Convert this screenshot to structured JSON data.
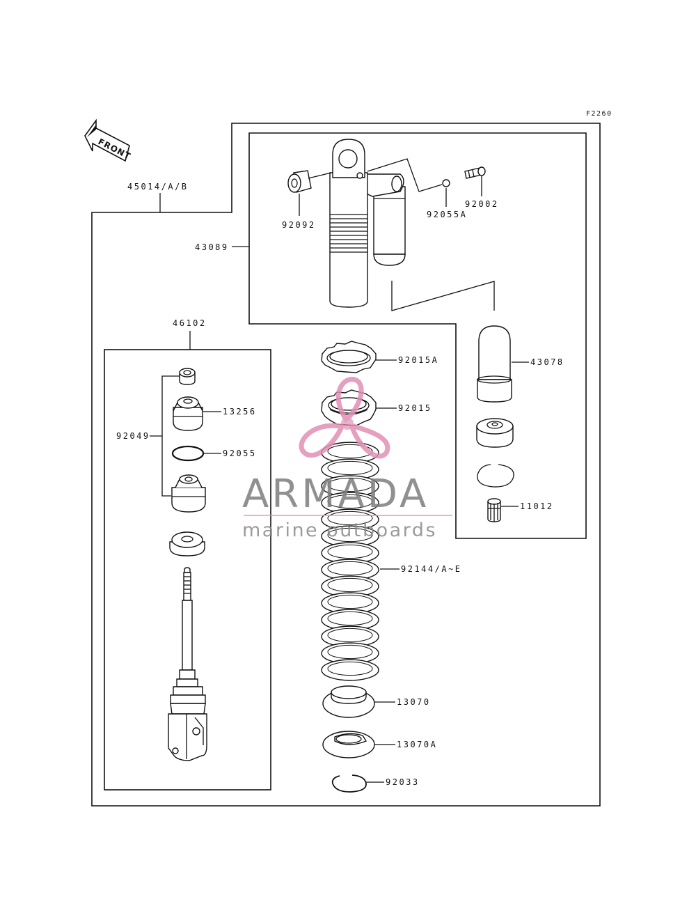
{
  "figure_code": "F2260",
  "front_label": "FRONT",
  "parts": {
    "p45014": "45014/A/B",
    "p43089": "43089",
    "p92092": "92092",
    "p92055A": "92055A",
    "p92002": "92002",
    "p43078": "43078",
    "p11012": "11012",
    "p46102": "46102",
    "p92049": "92049",
    "p13256": "13256",
    "p92055": "92055",
    "p92015A": "92015A",
    "p92015": "92015",
    "p92144": "92144/A~E",
    "p13070": "13070",
    "p13070A": "13070A",
    "p92033": "92033"
  },
  "watermark": {
    "brand": "ARMADA",
    "tagline": "marine outboards",
    "accent_color": "#e28fb5",
    "text_color": "#7d7d7d"
  }
}
